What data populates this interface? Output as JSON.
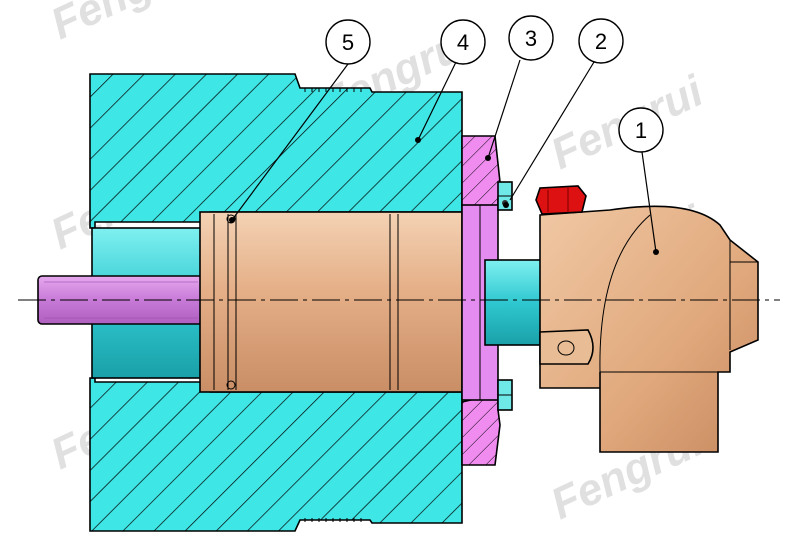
{
  "watermark_text": "Fengrui",
  "callouts": [
    {
      "id": "callout-1",
      "label": "1"
    },
    {
      "id": "callout-2",
      "label": "2"
    },
    {
      "id": "callout-3",
      "label": "3"
    },
    {
      "id": "callout-4",
      "label": "4"
    },
    {
      "id": "callout-5",
      "label": "5"
    }
  ],
  "colors": {
    "housing": "#3fe6e6",
    "rotor": "#e8b890",
    "flange": "#ee88ee",
    "shaft": "#cc7ad8",
    "bolt": "#dd1111",
    "elbow": "#e6b48a"
  },
  "icons": {
    "nut": "hex-nut-icon",
    "bolt": "bolt-icon"
  }
}
